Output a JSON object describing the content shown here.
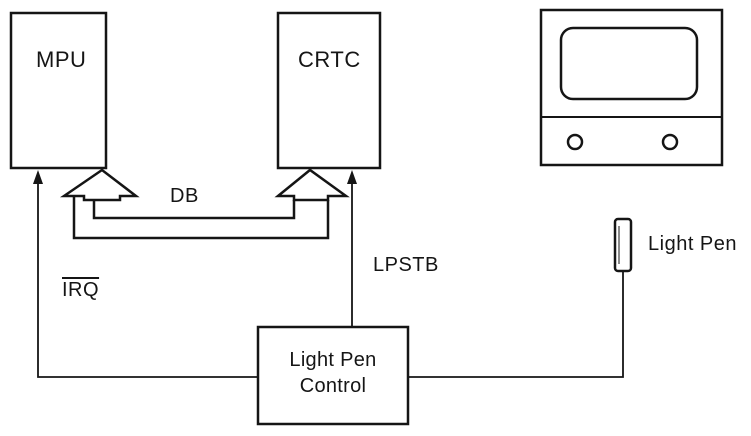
{
  "blocks": {
    "mpu": "MPU",
    "crtc": "CRTC",
    "light_pen_control_line1": "Light Pen",
    "light_pen_control_line2": "Control"
  },
  "signals": {
    "data_bus": "DB",
    "irq": "IRQ",
    "lpstb": "LPSTB",
    "light_pen": "Light Pen"
  },
  "colors": {
    "ink": "#151515",
    "background": "#ffffff"
  },
  "icons": {
    "monitor": "crt-monitor-icon",
    "pen": "light-pen-icon"
  }
}
